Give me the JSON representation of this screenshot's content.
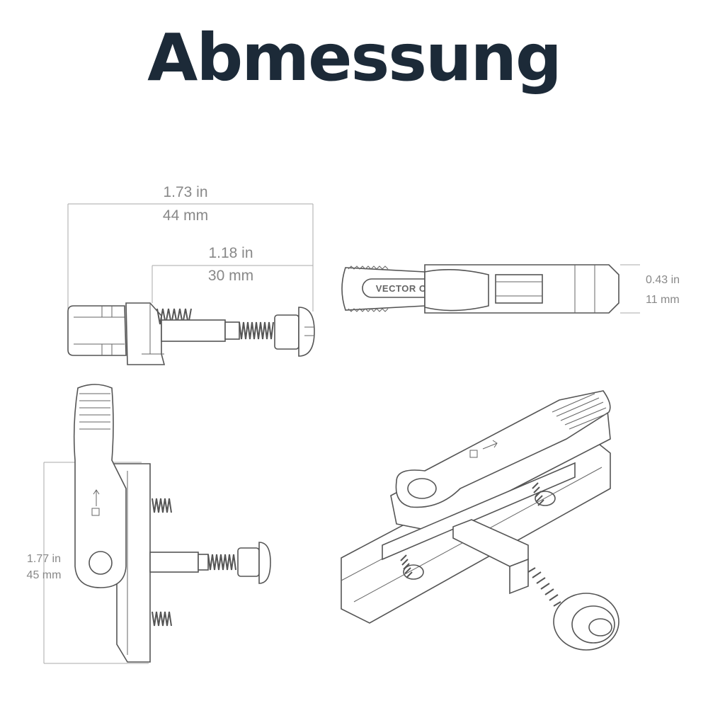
{
  "title": "Abmessung",
  "dimensions": {
    "total_length": {
      "in": "1.73 in",
      "mm": "44 mm"
    },
    "screw_length": {
      "in": "1.18 in",
      "mm": "30 mm"
    },
    "height": {
      "in": "0.43 in",
      "mm": "11 mm"
    },
    "width": {
      "in": "1.77 in",
      "mm": "45 mm"
    }
  },
  "brand": {
    "logo_text": "VECTOR OPTICS"
  },
  "colors": {
    "title": "#1c2a38",
    "dimension_text": "#888888",
    "line": "#555555"
  }
}
